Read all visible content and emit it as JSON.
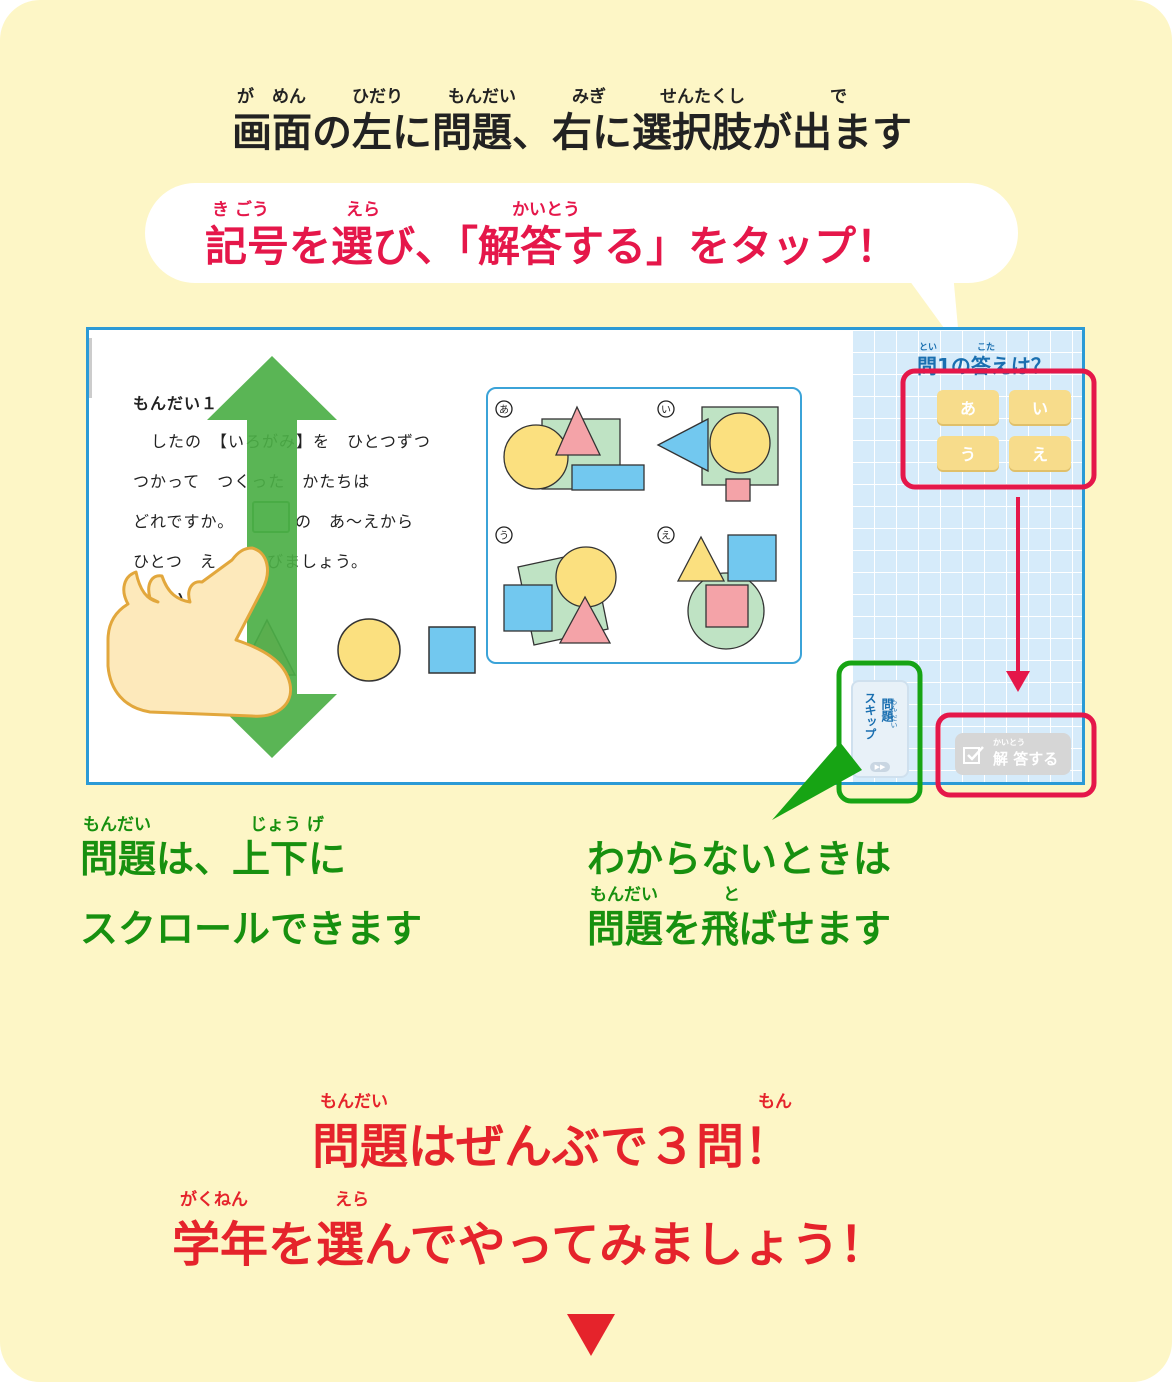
{
  "top": {
    "ruby": {
      "ga": "が",
      "men": "めん",
      "hidari": "ひだり",
      "mondai": "もんだい",
      "migi": "みぎ",
      "sentakushi": "せんたくし",
      "de": "で"
    },
    "title": "画面の左に問題、右に選択肢が出ます"
  },
  "bubble": {
    "ruby": {
      "kigou": "き ごう",
      "era": "えら",
      "kaitou": "かいとう"
    },
    "text": "記号を選び、「解答する」をタップ！"
  },
  "screen": {
    "question_title": "もんだい１",
    "lines": [
      "したの　【いろがみ】を　ひとつずつ",
      "つかって　つくった　かたちは",
      "どれですか。",
      "の　あ～えから",
      "ひとつ　え",
      "びましょう。",
      "【い"
    ],
    "choice_labels": [
      "あ",
      "い",
      "う",
      "え"
    ],
    "panel": {
      "ruby": {
        "toi": "とい",
        "kota": "こた"
      },
      "title": "問1の答えは？",
      "choices": [
        "あ",
        "い",
        "う",
        "え"
      ],
      "answer_ruby": "かいとう",
      "answer_label": "解 答する"
    },
    "skip": {
      "ruby": "もん だい",
      "label1": "問題",
      "label2": "スキップ",
      "icon": "fast-forward-icon"
    }
  },
  "left_note": {
    "ruby": {
      "mondai": "もんだい",
      "jouge": "じょう げ"
    },
    "line1": "問題は、上下に",
    "line2": "スクロールできます"
  },
  "right_note": {
    "line1": "わからないときは",
    "ruby": {
      "mondai": "もんだい",
      "to": "と"
    },
    "line2": "問題を飛ばせます"
  },
  "bottom": {
    "ruby": {
      "mondai": "もんだい",
      "mon": "もん",
      "gakunen": "がくねん",
      "era": "えら"
    },
    "line1": "問題はぜんぶで３問！",
    "line2": "学年を選んでやってみましょう！",
    "arrow_icon": "down-triangle-icon"
  },
  "colors": {
    "red": "#e5174a",
    "green": "#17900f",
    "blue": "#2b9ad6",
    "background": "#fdf6c6"
  }
}
